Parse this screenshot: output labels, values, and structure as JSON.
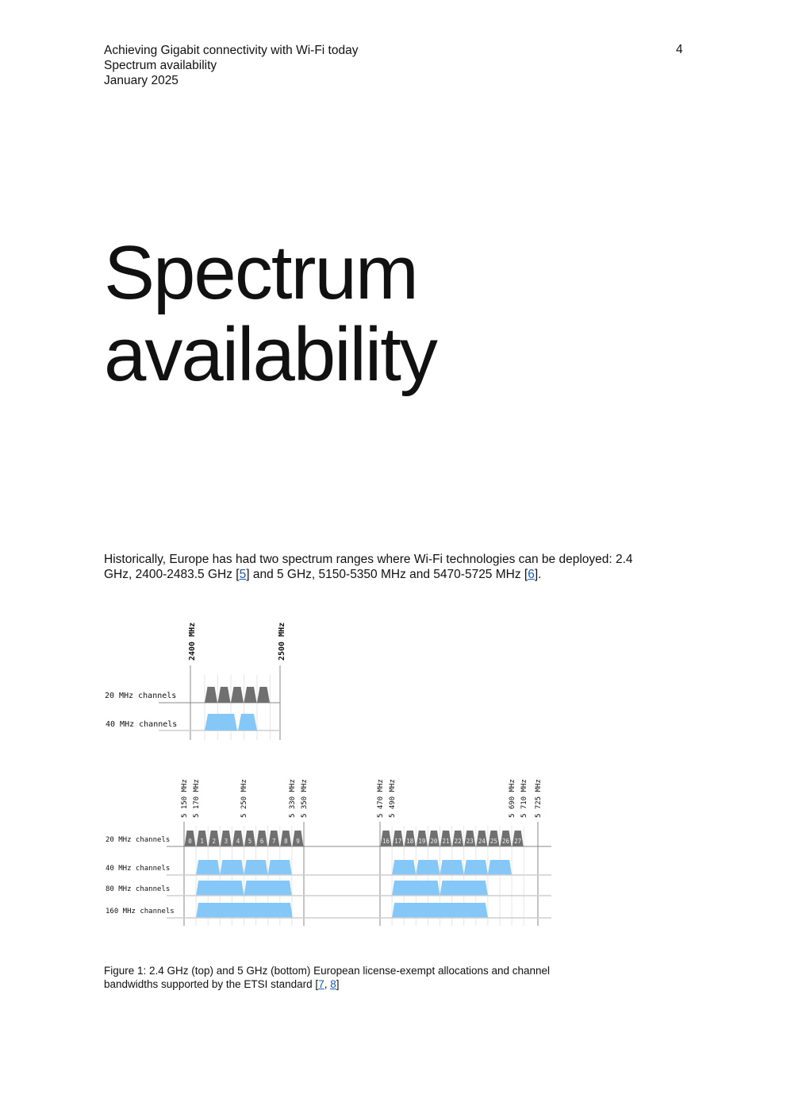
{
  "header": {
    "doc_title": "Achieving Gigabit connectivity with Wi-Fi today",
    "section": "Spectrum availability",
    "date": "January 2025",
    "page_number": "4"
  },
  "title_line1": "Spectrum",
  "title_line2": "availability",
  "intro": {
    "part1": "Historically, Europe has had two spectrum ranges where Wi-Fi technologies can be deployed: 2.4 GHz, 2400-2483.5 GHz ",
    "ref5": "5",
    "part2": " and 5 GHz, 5150-5350 MHz and 5470-5725 MHz ",
    "ref6": "6",
    "part3": "."
  },
  "figure": {
    "top": {
      "freq_labels": [
        "2400 MHz",
        "2500 MHz"
      ],
      "rows": [
        "20 MHz channels",
        "40 MHz channels"
      ],
      "channels_20": 5,
      "channels_40": 2
    },
    "bottom": {
      "freq_labels_left": [
        "5 150 MHz",
        "5 170 MHz",
        "5 250 MHz",
        "5 330 MHz",
        "5 350 MHz"
      ],
      "freq_labels_right": [
        "5 470 MHz",
        "5 490 MHz",
        "5 690 MHz",
        "5 710 MHz",
        "5 725 MHz"
      ],
      "rows": [
        "20 MHz channels",
        "40 MHz channels",
        "80 MHz channels",
        "160 MHz channels"
      ],
      "channels_left": [
        "0",
        "1",
        "2",
        "3",
        "4",
        "5",
        "6",
        "7",
        "8",
        "9"
      ],
      "channels_right": [
        "16",
        "17",
        "18",
        "19",
        "20",
        "21",
        "22",
        "23",
        "24",
        "25",
        "26",
        "27"
      ]
    },
    "colors": {
      "channel20": "#707070",
      "channel_wide": "#85c8f7",
      "grid": "#bdbdbd",
      "axis": "#888888"
    }
  },
  "caption": {
    "text": "Figure 1: 2.4 GHz (top) and 5 GHz (bottom) European license-exempt allocations and channel bandwidths supported by the ETSI standard ",
    "ref7": "7",
    "ref8": "8"
  }
}
